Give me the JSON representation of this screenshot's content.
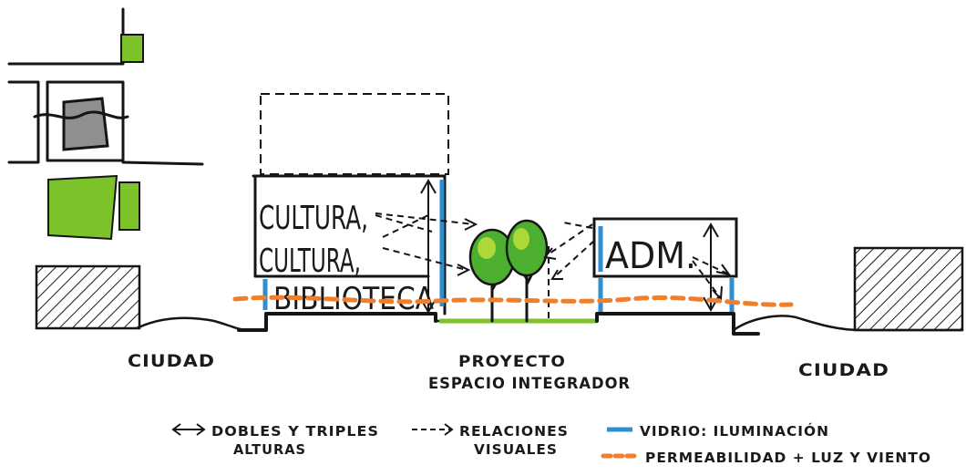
{
  "diagram": {
    "blocks": {
      "cultura_1": "CULTURA,",
      "cultura_2": "CULTURA,",
      "biblioteca": "BIBLIOTECA",
      "adm": "ADM."
    },
    "ground_labels": {
      "ciudad_left": "CIUDAD",
      "proyecto_line1": "PROYECTO",
      "proyecto_line2": "ESPACIO INTEGRADOR",
      "ciudad_right": "CIUDAD"
    },
    "legend": {
      "dobles_line1": "DOBLES Y TRIPLES",
      "dobles_line2": "ALTURAS",
      "relaciones_line1": "RELACIONES",
      "relaciones_line2": "VISUALES",
      "vidrio": "VIDRIO: ILUMINACIÓN",
      "permeabilidad": "PERMEABILIDAD + LUZ Y VIENTO"
    },
    "colors": {
      "glass": "#2d8fd0",
      "permeability": "#ef7f2a",
      "green": "#7cc22b",
      "tree_canopy": "#4caf2f",
      "ink": "#151515"
    }
  }
}
